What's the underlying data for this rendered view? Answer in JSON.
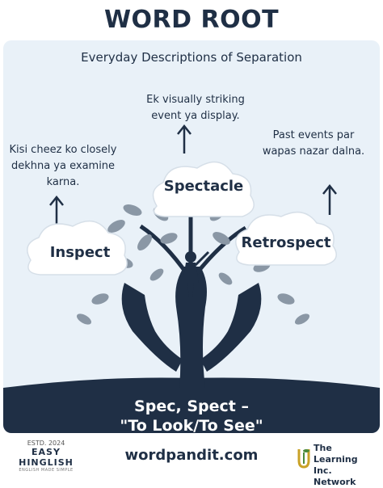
{
  "header": {
    "title": "WORD ROOT"
  },
  "card": {
    "subtitle": "Everyday Descriptions of Separation",
    "words": [
      {
        "word": "Inspect",
        "description_lines": [
          "Kisi cheez ko closely",
          "dekhna ya examine",
          "karna."
        ]
      },
      {
        "word": "Spectacle",
        "description_lines": [
          "Ek visually striking",
          "event ya display."
        ]
      },
      {
        "word": "Retrospect",
        "description_lines": [
          "Past events par",
          "wapas nazar dalna."
        ]
      }
    ],
    "root_lines": [
      "Spec, Spect –",
      "\"To Look/To See\""
    ]
  },
  "footer": {
    "left_brand": {
      "badge": "ESTD. 2024",
      "name": "EASY HINGLISH",
      "tagline": "ENGLISH MADE SIMPLE"
    },
    "site": "wordpandit.com",
    "right_brand": {
      "line1": "The Learning",
      "line2": "Inc. Network"
    }
  },
  "colors": {
    "navy": "#1f2f45",
    "card_bg": "#e9f1f8",
    "leaf": "#8a97a5",
    "cloud": "#ffffff"
  }
}
